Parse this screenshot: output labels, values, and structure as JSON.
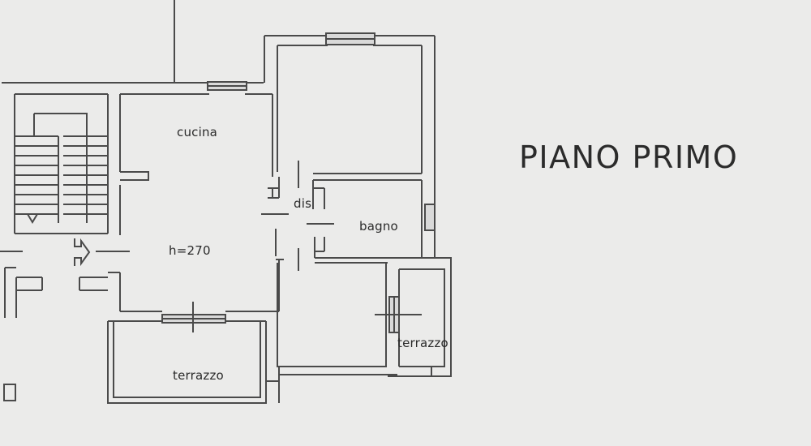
{
  "floor_title": "PIANO PRIMO",
  "rooms": {
    "kitchen": "cucina",
    "height": "h=270",
    "hall": "dis",
    "bathroom": "bagno",
    "terrace_left": "terrazzo",
    "terrace_right": "terrazzo"
  },
  "colors": {
    "paper": "#ebebea",
    "ink": "#4a4a4a"
  }
}
